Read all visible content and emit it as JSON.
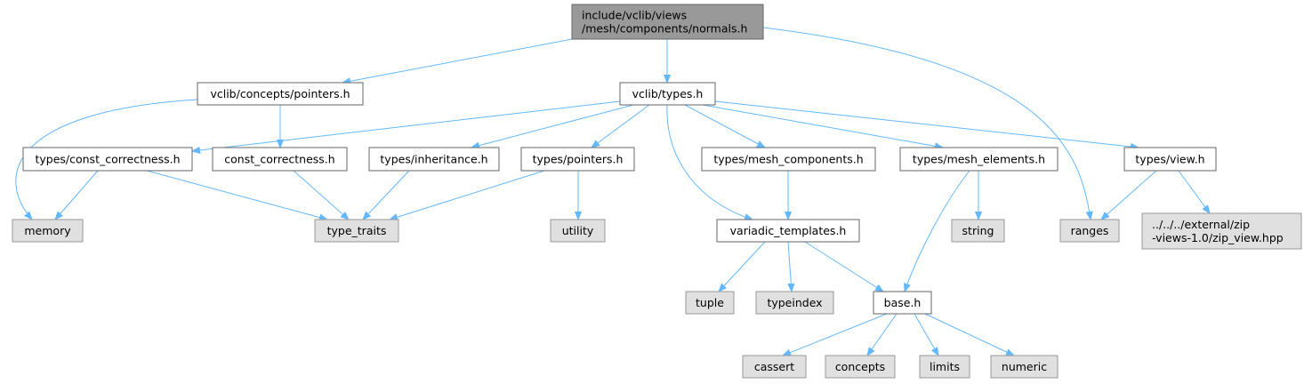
{
  "colors": {
    "root_fill": "#999999",
    "root_stroke": "#666666",
    "local_fill": "#ffffff",
    "local_stroke": "#666666",
    "system_fill": "#e0e0e0",
    "system_stroke": "#999999",
    "edge": "#63b8ff"
  },
  "nodes": [
    {
      "id": "root",
      "kind": "root",
      "lines": [
        "include/vclib/views",
        "/mesh/components/normals.h"
      ]
    },
    {
      "id": "concepts_pointers",
      "kind": "local",
      "lines": [
        "vclib/concepts/pointers.h"
      ]
    },
    {
      "id": "types_h",
      "kind": "local",
      "lines": [
        "vclib/types.h"
      ]
    },
    {
      "id": "types_const_correctness",
      "kind": "local",
      "lines": [
        "types/const_correctness.h"
      ]
    },
    {
      "id": "const_correctness",
      "kind": "local",
      "lines": [
        "const_correctness.h"
      ]
    },
    {
      "id": "types_inheritance",
      "kind": "local",
      "lines": [
        "types/inheritance.h"
      ]
    },
    {
      "id": "types_pointers",
      "kind": "local",
      "lines": [
        "types/pointers.h"
      ]
    },
    {
      "id": "types_mesh_components",
      "kind": "local",
      "lines": [
        "types/mesh_components.h"
      ]
    },
    {
      "id": "types_mesh_elements",
      "kind": "local",
      "lines": [
        "types/mesh_elements.h"
      ]
    },
    {
      "id": "types_view",
      "kind": "local",
      "lines": [
        "types/view.h"
      ]
    },
    {
      "id": "memory",
      "kind": "system",
      "lines": [
        "memory"
      ]
    },
    {
      "id": "type_traits",
      "kind": "system",
      "lines": [
        "type_traits"
      ]
    },
    {
      "id": "utility",
      "kind": "system",
      "lines": [
        "utility"
      ]
    },
    {
      "id": "variadic_templates",
      "kind": "local",
      "lines": [
        "variadic_templates.h"
      ]
    },
    {
      "id": "string",
      "kind": "system",
      "lines": [
        "string"
      ]
    },
    {
      "id": "ranges",
      "kind": "system",
      "lines": [
        "ranges"
      ]
    },
    {
      "id": "zip_view",
      "kind": "system",
      "lines": [
        "../../../external/zip",
        "-views-1.0/zip_view.hpp"
      ]
    },
    {
      "id": "tuple",
      "kind": "system",
      "lines": [
        "tuple"
      ]
    },
    {
      "id": "typeindex",
      "kind": "system",
      "lines": [
        "typeindex"
      ]
    },
    {
      "id": "base_h",
      "kind": "local",
      "lines": [
        "base.h"
      ]
    },
    {
      "id": "cassert",
      "kind": "system",
      "lines": [
        "cassert"
      ]
    },
    {
      "id": "concepts",
      "kind": "system",
      "lines": [
        "concepts"
      ]
    },
    {
      "id": "limits",
      "kind": "system",
      "lines": [
        "limits"
      ]
    },
    {
      "id": "numeric",
      "kind": "system",
      "lines": [
        "numeric"
      ]
    }
  ],
  "edges": [
    [
      "root",
      "concepts_pointers"
    ],
    [
      "root",
      "types_h"
    ],
    [
      "root",
      "ranges"
    ],
    [
      "concepts_pointers",
      "memory"
    ],
    [
      "concepts_pointers",
      "const_correctness"
    ],
    [
      "types_h",
      "types_const_correctness"
    ],
    [
      "types_h",
      "types_inheritance"
    ],
    [
      "types_h",
      "types_pointers"
    ],
    [
      "types_h",
      "variadic_templates"
    ],
    [
      "types_h",
      "types_mesh_components"
    ],
    [
      "types_h",
      "types_mesh_elements"
    ],
    [
      "types_h",
      "types_view"
    ],
    [
      "types_const_correctness",
      "memory"
    ],
    [
      "types_const_correctness",
      "type_traits"
    ],
    [
      "const_correctness",
      "type_traits"
    ],
    [
      "types_inheritance",
      "type_traits"
    ],
    [
      "types_pointers",
      "type_traits"
    ],
    [
      "types_pointers",
      "utility"
    ],
    [
      "types_mesh_components",
      "variadic_templates"
    ],
    [
      "types_mesh_elements",
      "base_h"
    ],
    [
      "types_mesh_elements",
      "string"
    ],
    [
      "types_view",
      "ranges"
    ],
    [
      "types_view",
      "zip_view"
    ],
    [
      "variadic_templates",
      "tuple"
    ],
    [
      "variadic_templates",
      "typeindex"
    ],
    [
      "variadic_templates",
      "base_h"
    ],
    [
      "base_h",
      "cassert"
    ],
    [
      "base_h",
      "concepts"
    ],
    [
      "base_h",
      "limits"
    ],
    [
      "base_h",
      "numeric"
    ]
  ]
}
